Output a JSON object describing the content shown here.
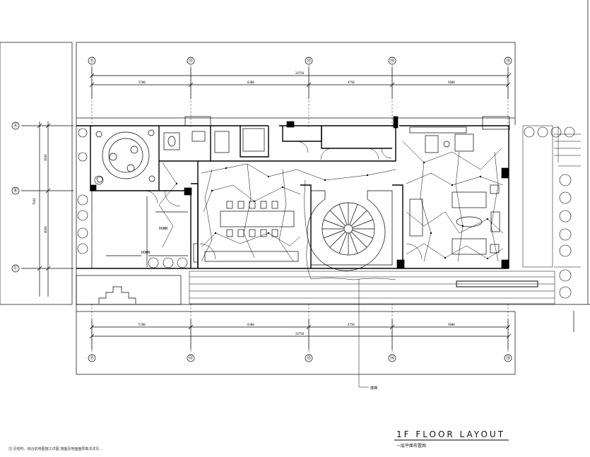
{
  "drawing": {
    "title": "1F  FLOOR      LAYOUT",
    "subtitle": "一层平面布置图",
    "note": "注:见结构、综合机电图施工详图,墙面及地面面层做法详见…",
    "labels": {
      "down_1": "DOWN",
      "down_2": "DOWN",
      "callout": "楼梯"
    },
    "grid_top": [
      "⑪",
      "⑫",
      "⑬",
      "⑭",
      "⑮"
    ],
    "grid_bottom": [
      "⑪",
      "⑫",
      "⑬",
      "⑭",
      "⑮"
    ],
    "grid_left": [
      "Ⓐ",
      "Ⓑ",
      "Ⓒ"
    ],
    "dims": {
      "overall": "24750",
      "segments": [
        "5700",
        "6300",
        "4750",
        "5000"
      ],
      "left_overall": "7600",
      "left_segments": [
        "3600",
        "4000"
      ]
    }
  },
  "colors": {
    "line": "#000000",
    "bg": "#ffffff"
  }
}
